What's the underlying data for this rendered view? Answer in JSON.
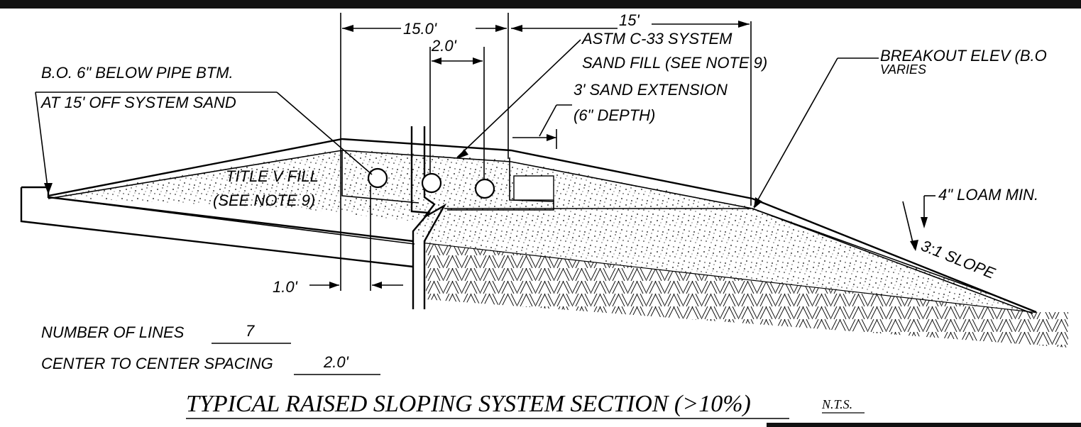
{
  "labels": {
    "bo_note_line1": "B.O. 6\" BELOW PIPE BTM.",
    "bo_note_line2": "AT 15' OFF SYSTEM SAND",
    "astm_line1": "ASTM C-33 SYSTEM",
    "astm_line2": "SAND FILL (SEE NOTE 9)",
    "sand_ext_line1": "3' SAND EXTENSION",
    "sand_ext_line2": "(6\" DEPTH)",
    "breakout_line1": "BREAKOUT ELEV (B.O",
    "breakout_line2": "VARIES",
    "title_v_line1": "TITLE V FILL",
    "title_v_line2": "(SEE NOTE 9)",
    "loam": "4\" LOAM MIN.",
    "slope": "3:1 SLOPE",
    "dim_15_0": "15.0'",
    "dim_15": "15'",
    "dim_2_0": "2.0'",
    "dim_1_0": "1.0'"
  },
  "specs": {
    "lines_label": "NUMBER OF LINES",
    "lines_value": "7",
    "spacing_label": "CENTER TO CENTER SPACING",
    "spacing_value": "2.0'"
  },
  "title": {
    "main": "TYPICAL RAISED SLOPING SYSTEM SECTION (>10%)",
    "scale": "N.T.S."
  },
  "colors": {
    "ink": "#000000",
    "paper": "#ffffff"
  }
}
